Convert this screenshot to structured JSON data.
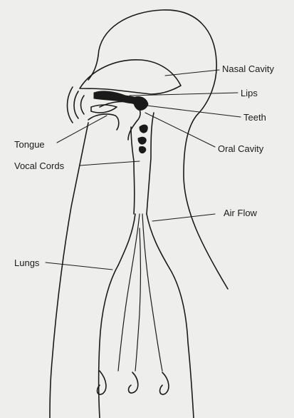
{
  "labels": {
    "nasal_cavity": "Nasal Cavity",
    "lips": "Lips",
    "teeth": "Teeth",
    "oral_cavity": "Oral Cavity",
    "tongue": "Tongue",
    "vocal_cords": "Vocal Cords",
    "air_flow": "Air Flow",
    "lungs": "Lungs"
  },
  "colors": {
    "background": "#eeeeec",
    "line": "#1a1a1a"
  }
}
